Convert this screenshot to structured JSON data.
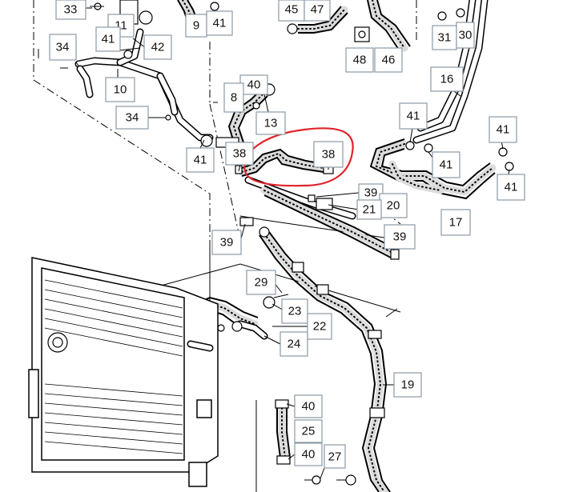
{
  "diagram": {
    "callouts": [
      {
        "id": "c33",
        "label": "33"
      },
      {
        "id": "c11",
        "label": "11"
      },
      {
        "id": "c9",
        "label": "9"
      },
      {
        "id": "c41a",
        "label": "41"
      },
      {
        "id": "c45",
        "label": "45"
      },
      {
        "id": "c47",
        "label": "47"
      },
      {
        "id": "c31",
        "label": "31"
      },
      {
        "id": "c30",
        "label": "30"
      },
      {
        "id": "c34a",
        "label": "34"
      },
      {
        "id": "c41b",
        "label": "41"
      },
      {
        "id": "c42",
        "label": "42"
      },
      {
        "id": "c48",
        "label": "48"
      },
      {
        "id": "c46",
        "label": "46"
      },
      {
        "id": "c16",
        "label": "16"
      },
      {
        "id": "c10",
        "label": "10"
      },
      {
        "id": "c40a",
        "label": "40"
      },
      {
        "id": "c8",
        "label": "8"
      },
      {
        "id": "c34b",
        "label": "34"
      },
      {
        "id": "c13",
        "label": "13"
      },
      {
        "id": "c41c",
        "label": "41"
      },
      {
        "id": "c41d",
        "label": "41"
      },
      {
        "id": "c38a",
        "label": "38"
      },
      {
        "id": "c38b",
        "label": "38"
      },
      {
        "id": "c41e",
        "label": "41"
      },
      {
        "id": "c41f",
        "label": "41"
      },
      {
        "id": "c41g",
        "label": "41"
      },
      {
        "id": "c39a",
        "label": "39"
      },
      {
        "id": "c20",
        "label": "20"
      },
      {
        "id": "c21",
        "label": "21"
      },
      {
        "id": "c17",
        "label": "17"
      },
      {
        "id": "c39b",
        "label": "39"
      },
      {
        "id": "c39c",
        "label": "39"
      },
      {
        "id": "c29",
        "label": "29"
      },
      {
        "id": "c23",
        "label": "23"
      },
      {
        "id": "c22",
        "label": "22"
      },
      {
        "id": "c24",
        "label": "24"
      },
      {
        "id": "c19",
        "label": "19"
      },
      {
        "id": "c40b",
        "label": "40"
      },
      {
        "id": "c25",
        "label": "25"
      },
      {
        "id": "c40c",
        "label": "40"
      },
      {
        "id": "c27",
        "label": "27"
      }
    ],
    "highlight_color": "#e0232a",
    "box_border_color": "#8a9aa6"
  }
}
